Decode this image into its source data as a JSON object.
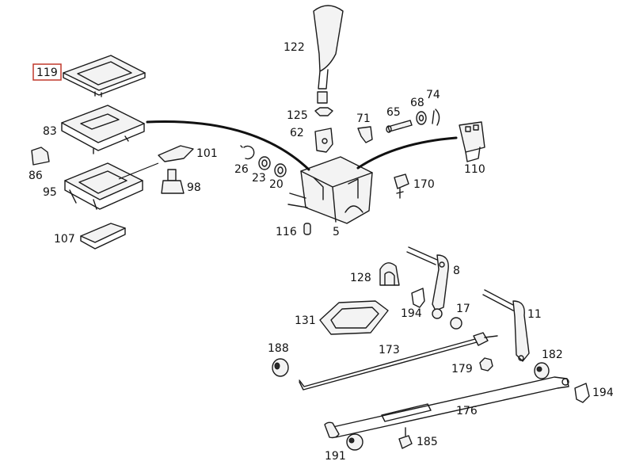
{
  "highlighted_label": "119",
  "labels": {
    "p119": "119",
    "p122": "122",
    "p125": "125",
    "p62": "62",
    "p71": "71",
    "p65": "65",
    "p68": "68",
    "p74": "74",
    "p83": "83",
    "p86": "86",
    "p101": "101",
    "p95": "95",
    "p98": "98",
    "p26": "26",
    "p23": "23",
    "p20": "20",
    "p170": "170",
    "p110": "110",
    "p107": "107",
    "p116": "116",
    "p5": "5",
    "p128": "128",
    "p8": "8",
    "p194a": "194",
    "p17": "17",
    "p131": "131",
    "p11": "11",
    "p188": "188",
    "p173": "173",
    "p182": "182",
    "p179": "179",
    "p194b": "194",
    "p176": "176",
    "p185": "185",
    "p191": "191"
  }
}
